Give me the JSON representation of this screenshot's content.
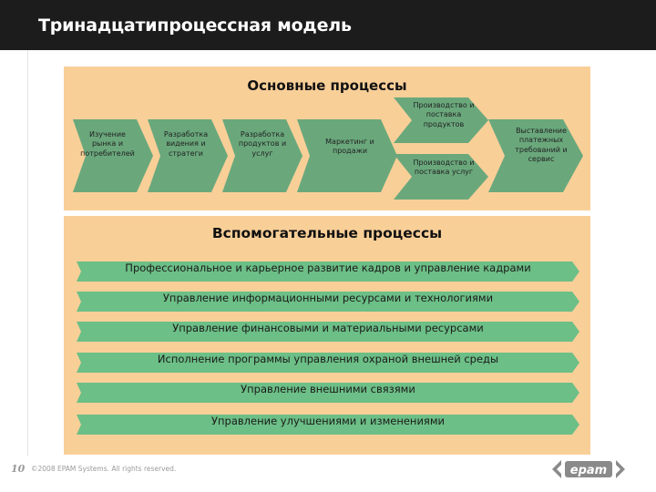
{
  "header": {
    "title": "Тринадцатипроцессная модель"
  },
  "main": {
    "title": "Основные процессы",
    "steps": [
      "Изучение рынка и потребителей",
      "Разработка видения и стратеги",
      "Разработка продуктов и услуг",
      "Маркетинг и продажи",
      "Производство и поставка продуктов",
      "Производство и поставка услуг",
      "Выставление платежных требований и сервис"
    ]
  },
  "support": {
    "title": "Вспомогательные процессы",
    "items": [
      "Профессиональное и карьерное развитие кадров и управление кадрами",
      "Управление информационными ресурсами и технологиями",
      "Управление финансовыми и материальными ресурсами",
      "Исполнение программы управления охраной внешней среды",
      "Управление внешними связями",
      "Управление улучшениями и изменениями"
    ]
  },
  "colors": {
    "panel": "#f9cf98",
    "chevron": "#6aa87c",
    "bar": "#6cbf86",
    "header": "#1c1c1c"
  },
  "footer": {
    "page_number": "10",
    "copyright": "©2008 EPAM Systems. All rights reserved.",
    "logo_text": "epam"
  }
}
